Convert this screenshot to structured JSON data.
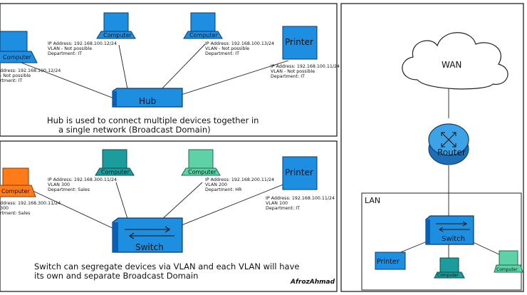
{
  "colors": {
    "blue": "#1e8fe0",
    "blue_dark": "#0b5fb0",
    "orange": "#ff7a18",
    "teal": "#1c9c9c",
    "mint": "#5fd1a6",
    "router_blue": "#3ea3e6"
  },
  "hub_panel": {
    "hub_label": "Hub",
    "caption_line1": "Hub is used to connect multiple devices together in",
    "caption_line2": "a single network (Broadcast Domain)",
    "left_computer": {
      "label": "Computer",
      "info": [
        "ddress: 192.168.100.12/24",
        "- Not possible",
        "rtment: IT"
      ]
    },
    "computer_1": {
      "label": "Computer",
      "info": [
        "IP Address: 192.168.100.12/24",
        "VLAN - Not possible",
        "Department: IT"
      ]
    },
    "computer_2": {
      "label": "Computer",
      "info": [
        "IP Address: 192.168.100.13/24",
        "VLAN - Not possible",
        "Department: IT"
      ]
    },
    "printer": {
      "label": "Printer",
      "info": [
        "IP Address: 192.168.100.11/24",
        "VLAN - Not possible",
        "Department: IT"
      ]
    }
  },
  "switch_panel": {
    "switch_label": "Switch",
    "caption_line1": "Switch can segregate devices via VLAN and each VLAN will have",
    "caption_line2": "its own and separate Broadcast Domain",
    "signature": "AfrozAhmad",
    "left_computer": {
      "label": "Computer",
      "info": [
        "ddress: 192.168.300.11/24",
        "300",
        "rtment: Sales"
      ]
    },
    "computer_1": {
      "label": "Computer",
      "info": [
        "IP Address: 192.168.300.11/24",
        "VLAN 300",
        "Department: Sales"
      ]
    },
    "computer_2": {
      "label": "Computer",
      "info": [
        "IP Address: 192.168.200.11/24",
        "VLAN 200",
        "Department: HR"
      ]
    },
    "printer": {
      "label": "Printer",
      "info": [
        "IP Address: 192.168.100.11/24",
        "VLAN 100",
        "Department: IT"
      ]
    }
  },
  "network_panel": {
    "wan_label": "WAN",
    "router_label": "Router",
    "lan_label": "LAN",
    "switch_label": "Switch",
    "printer_label": "Printer",
    "computer_1_label": "Computer",
    "computer_2_label": "Computer"
  }
}
